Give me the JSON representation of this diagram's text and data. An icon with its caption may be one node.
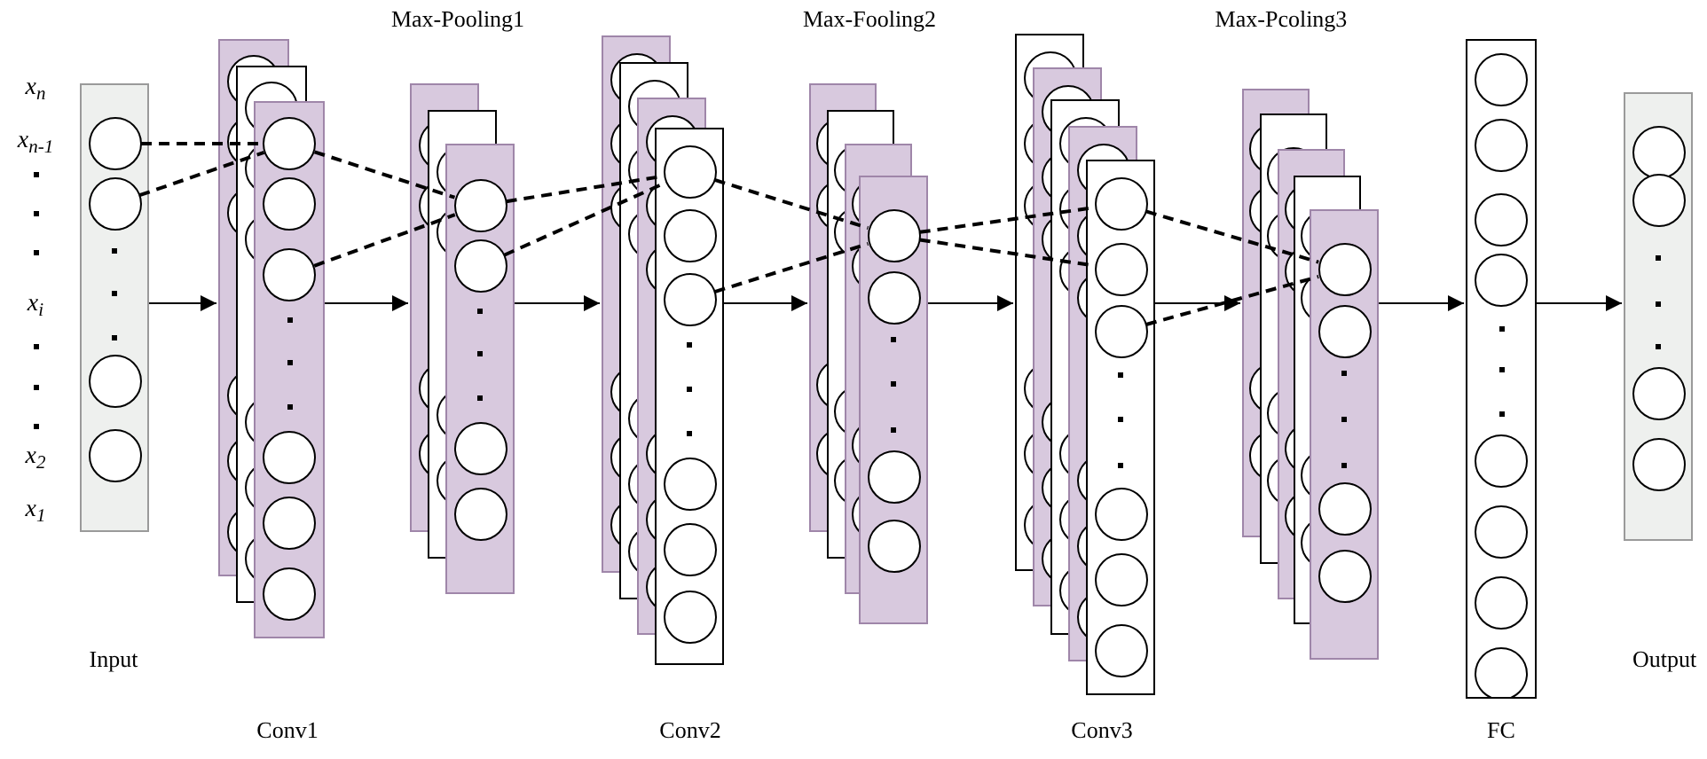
{
  "diagram": {
    "nodes": [
      {
        "text": [],
        "shape": "box"
      },
      {
        "text": [],
        "shape": "box"
      },
      {
        "text": [],
        "shape": "box"
      },
      {
        "text": [],
        "shape": "box"
      },
      {
        "text": [],
        "shape": "box"
      },
      {
        "text": [],
        "shape": "box"
      },
      {
        "text": [],
        "shape": "box"
      },
      {
        "text": [],
        "shape": "box"
      },
      {
        "text": [],
        "shape": "box"
      }
    ],
    "edges": [
      {
        "from": 0,
        "to": 1,
        "arrow": "to"
      },
      {
        "from": 1,
        "to": 2,
        "arrow": "to"
      },
      {
        "from": 2,
        "to": 3,
        "arrow": "to"
      },
      {
        "from": 3,
        "to": 4,
        "arrow": "to"
      },
      {
        "from": 4,
        "to": 5,
        "arrow": "to"
      },
      {
        "from": 5,
        "to": 6,
        "arrow": "to"
      },
      {
        "from": 6,
        "to": 7,
        "arrow": "to"
      },
      {
        "from": 7,
        "to": 8,
        "arrow": "to"
      },
      {
        "from": 0,
        "to": 1,
        "arrow": "none",
        "style": "dashed"
      },
      {
        "from": 0,
        "to": 1,
        "arrow": "none",
        "style": "dashed"
      },
      {
        "from": 1,
        "to": 2,
        "arrow": "none",
        "style": "dashed"
      },
      {
        "from": 1,
        "to": 2,
        "arrow": "none",
        "style": "dashed"
      },
      {
        "from": 2,
        "to": 3,
        "arrow": "none",
        "style": "dashed"
      },
      {
        "from": 2,
        "to": 3,
        "arrow": "none",
        "style": "dashed"
      },
      {
        "from": 3,
        "to": 4,
        "arrow": "none",
        "style": "dashed"
      },
      {
        "from": 3,
        "to": 4,
        "arrow": "none",
        "style": "dashed"
      },
      {
        "from": 4,
        "to": 5,
        "arrow": "none",
        "style": "dashed"
      },
      {
        "from": 4,
        "to": 5,
        "arrow": "none",
        "style": "dashed"
      },
      {
        "from": 5,
        "to": 6,
        "arrow": "none",
        "style": "dashed"
      },
      {
        "from": 5,
        "to": 6,
        "arrow": "none",
        "style": "dashed"
      }
    ],
    "labels": [
      "Max-Pooling1",
      "Max-Fooling2",
      "Max-Pcoling3",
      "x$_{n}$",
      "x$_{n-1}$",
      "x$_{i}$",
      "x$_{2}$",
      "x$_{1}$",
      "Input",
      "Output",
      "Conv1",
      "Conv2",
      "Conv3",
      "FC"
    ]
  }
}
